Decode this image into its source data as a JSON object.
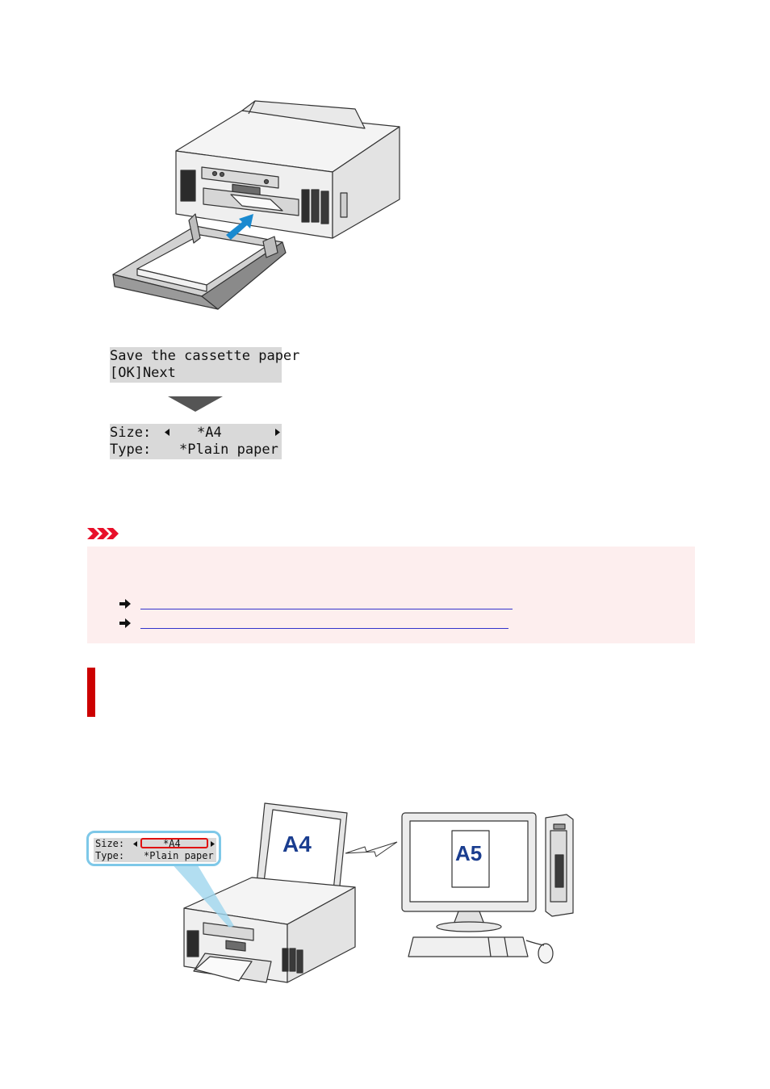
{
  "lcd_top": {
    "line1": "Save the cassette paper",
    "line2": "[OK]Next"
  },
  "lcd_bottom": {
    "size_label": "Size:",
    "size_value": "*A4",
    "type_label": "Type:",
    "type_value": "*Plain paper"
  },
  "callout": {
    "size_label": "Size:",
    "size_value": "*A4",
    "type_label": "Type:",
    "type_value": "*Plain paper"
  },
  "illustration": {
    "printer_paper_label": "A4",
    "monitor_paper_label": "A5"
  },
  "important": {
    "text": "",
    "links": [
      "",
      ""
    ]
  },
  "colors": {
    "lcd_bg": "#d9d9d9",
    "important_bg": "#fdeeee",
    "important_icon": "#e8102a",
    "section_bar": "#cc0000",
    "link": "#3333cc",
    "callout_border": "#7ec8e8",
    "highlight": "#e01010",
    "arrow_blue": "#1a8ad0",
    "paper_label": "#1a3d8f"
  }
}
